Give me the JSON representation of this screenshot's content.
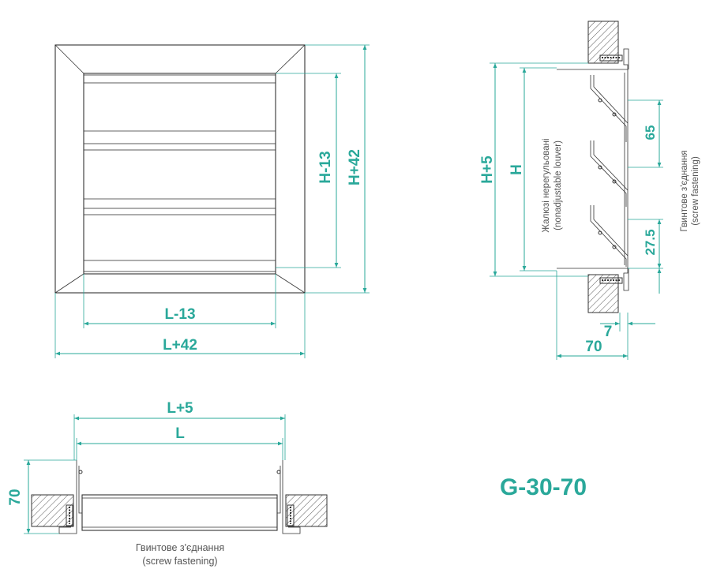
{
  "front_view": {
    "dim_width_inner": "L-13",
    "dim_width_outer": "L+42",
    "dim_height_inner": "H-13",
    "dim_height_outer": "H+42"
  },
  "side_view": {
    "dim_height_outer": "H+5",
    "dim_height": "H",
    "dim_pitch": "65",
    "dim_bottom": "27.5",
    "dim_depth": "70",
    "dim_flange": "7",
    "louver_note_line1": "Жалюзі нерегульовані",
    "louver_note_line2": "(nonadjustable louver)",
    "fastening_note_line1": "Гвинтове з'єднання",
    "fastening_note_line2": "(screw fastening)"
  },
  "bottom_view": {
    "dim_width_outer": "L+5",
    "dim_width": "L",
    "dim_depth": "70",
    "fastening_note_line1": "Гвинтове з'єднання",
    "fastening_note_line2": "(screw fastening)"
  },
  "model": "G-30-70",
  "colors": {
    "dimension": "#2aa89a",
    "outline": "#333333",
    "note": "#555555"
  }
}
